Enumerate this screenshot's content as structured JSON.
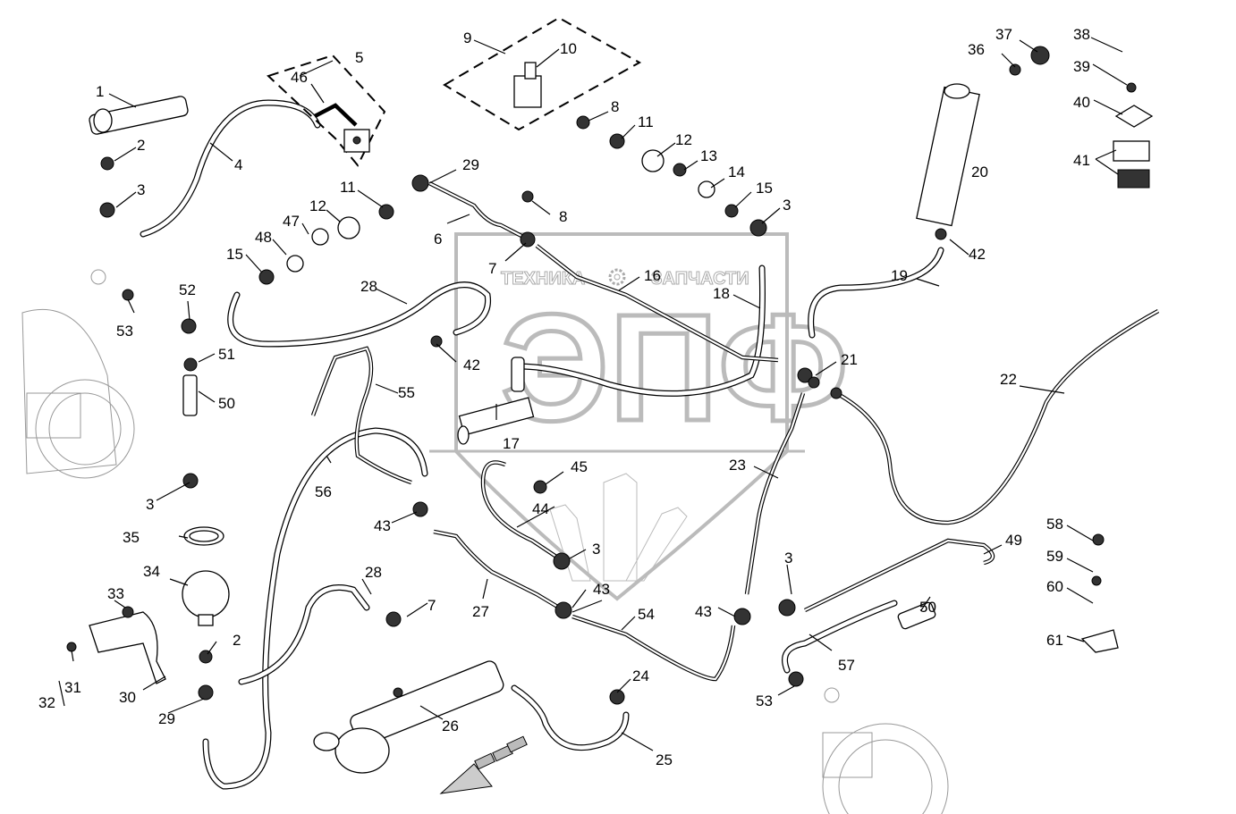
{
  "title": "Hydraulic lines assembly – exploded parts diagram",
  "watermark": {
    "left_text": "ТЕХНИКА",
    "right_text": "ЗАПЧАСТИ",
    "logo_text": "ЭПФ",
    "gear_icon": "gear-icon"
  },
  "callouts": [
    {
      "n": "1"
    },
    {
      "n": "2"
    },
    {
      "n": "3"
    },
    {
      "n": "4"
    },
    {
      "n": "5"
    },
    {
      "n": "46"
    },
    {
      "n": "9"
    },
    {
      "n": "10"
    },
    {
      "n": "8"
    },
    {
      "n": "11"
    },
    {
      "n": "12"
    },
    {
      "n": "13"
    },
    {
      "n": "14"
    },
    {
      "n": "15"
    },
    {
      "n": "3"
    },
    {
      "n": "29"
    },
    {
      "n": "11"
    },
    {
      "n": "12"
    },
    {
      "n": "47"
    },
    {
      "n": "48"
    },
    {
      "n": "15"
    },
    {
      "n": "6"
    },
    {
      "n": "8"
    },
    {
      "n": "7"
    },
    {
      "n": "16"
    },
    {
      "n": "18"
    },
    {
      "n": "28"
    },
    {
      "n": "52"
    },
    {
      "n": "53"
    },
    {
      "n": "51"
    },
    {
      "n": "50"
    },
    {
      "n": "3"
    },
    {
      "n": "42"
    },
    {
      "n": "17"
    },
    {
      "n": "55"
    },
    {
      "n": "56"
    },
    {
      "n": "43"
    },
    {
      "n": "45"
    },
    {
      "n": "44"
    },
    {
      "n": "3"
    },
    {
      "n": "27"
    },
    {
      "n": "43"
    },
    {
      "n": "54"
    },
    {
      "n": "23"
    },
    {
      "n": "21"
    },
    {
      "n": "22"
    },
    {
      "n": "19"
    },
    {
      "n": "20"
    },
    {
      "n": "42"
    },
    {
      "n": "36"
    },
    {
      "n": "37"
    },
    {
      "n": "38"
    },
    {
      "n": "39"
    },
    {
      "n": "40"
    },
    {
      "n": "41"
    },
    {
      "n": "35"
    },
    {
      "n": "34"
    },
    {
      "n": "33"
    },
    {
      "n": "2"
    },
    {
      "n": "32"
    },
    {
      "n": "31"
    },
    {
      "n": "30"
    },
    {
      "n": "29"
    },
    {
      "n": "28"
    },
    {
      "n": "7"
    },
    {
      "n": "26"
    },
    {
      "n": "24"
    },
    {
      "n": "25"
    },
    {
      "n": "3"
    },
    {
      "n": "43"
    },
    {
      "n": "49"
    },
    {
      "n": "50"
    },
    {
      "n": "57"
    },
    {
      "n": "53"
    },
    {
      "n": "58"
    },
    {
      "n": "59"
    },
    {
      "n": "60"
    },
    {
      "n": "61"
    }
  ]
}
